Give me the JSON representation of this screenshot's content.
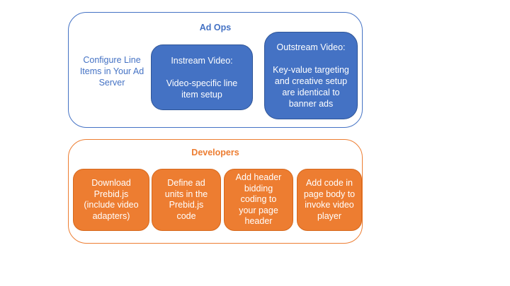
{
  "diagram": {
    "ad_ops": {
      "title": "Ad Ops",
      "accent_color": "#4472C4",
      "note": "Configure Line\nItems in Your Ad\nServer",
      "boxes": [
        {
          "id": "instream-video",
          "text": "Instream Video:\n\nVideo-specific line\nitem setup"
        },
        {
          "id": "outstream-video",
          "text": "Outstream Video:\n\nKey-value targeting\nand creative setup\nare identical to\nbanner ads"
        }
      ]
    },
    "developers": {
      "title": "Developers",
      "accent_color": "#ED7D31",
      "boxes": [
        {
          "id": "download-prebid",
          "text": "Download\nPrebid.js\n(include video\nadapters)"
        },
        {
          "id": "define-ad-units",
          "text": "Define ad\nunits in the\nPrebid.js\ncode"
        },
        {
          "id": "add-header-bidding",
          "text": "Add header\nbidding\ncoding to\nyour page\nheader"
        },
        {
          "id": "add-page-body-code",
          "text": "Add code in\npage body to\ninvoke video\nplayer"
        }
      ]
    }
  }
}
